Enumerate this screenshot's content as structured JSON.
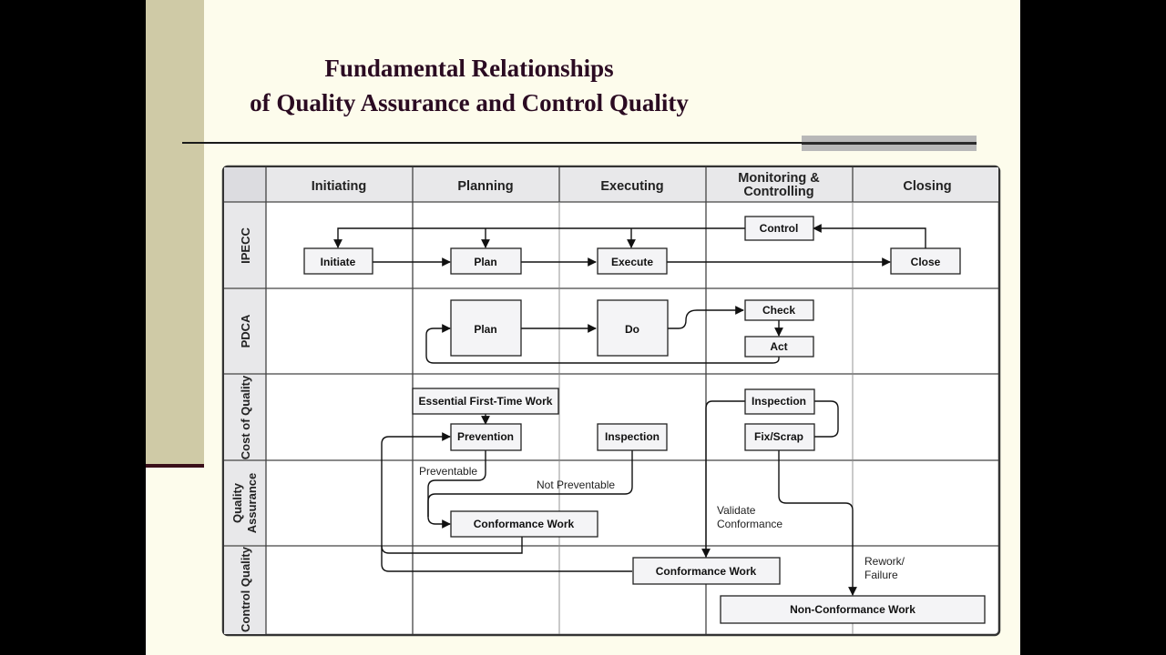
{
  "title": {
    "line1": "Fundamental Relationships",
    "line2": "of Quality Assurance and Control Quality"
  },
  "columns": [
    "Initiating",
    "Planning",
    "Executing",
    "Monitoring &",
    "Controlling",
    "Closing"
  ],
  "rows": {
    "ipecc": "IPECC",
    "pdca": "PDCA",
    "coq": "Cost of Quality",
    "qa1": "Quality",
    "qa2": "Assurance",
    "cq": "Control Quality"
  },
  "boxes": {
    "control": "Control",
    "initiate": "Initiate",
    "plan_ipecc": "Plan",
    "execute": "Execute",
    "close": "Close",
    "plan_pdca": "Plan",
    "do": "Do",
    "check": "Check",
    "act": "Act",
    "essential": "Essential First-Time Work",
    "prevention": "Prevention",
    "inspection_exec": "Inspection",
    "inspection_mc": "Inspection",
    "fix_scrap": "Fix/Scrap",
    "conf_work_qa": "Conformance Work",
    "conf_work_cq": "Conformance Work",
    "non_conf": "Non-Conformance Work"
  },
  "labels": {
    "preventable": "Preventable",
    "not_preventable": "Not  Preventable",
    "validate1": "Validate",
    "validate2": "Conformance",
    "rework1": "Rework/",
    "rework2": "Failure"
  },
  "colors": {
    "slide_bg": "#fdfcec",
    "header_bg": "#e8e8ea",
    "accent_bar": "#cfcaa6",
    "title_color": "#2b0b22"
  }
}
